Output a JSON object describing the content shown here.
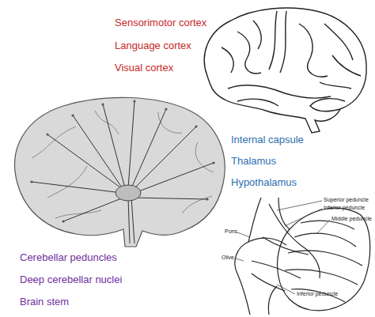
{
  "diagram": {
    "labels": [
      "Sensorimotor cortex",
      "Language cortex",
      "Visual cortex",
      "Internal capsule",
      "Thalamus",
      "Hypothalamus",
      "Cerebellar peduncles",
      "Deep cerebellar nuclei",
      "Brain stem",
      "Superior peduncle",
      "Inferior peduncle",
      "Middle peduncle",
      "Pons",
      "Olive",
      "Inferior peduncle"
    ]
  }
}
